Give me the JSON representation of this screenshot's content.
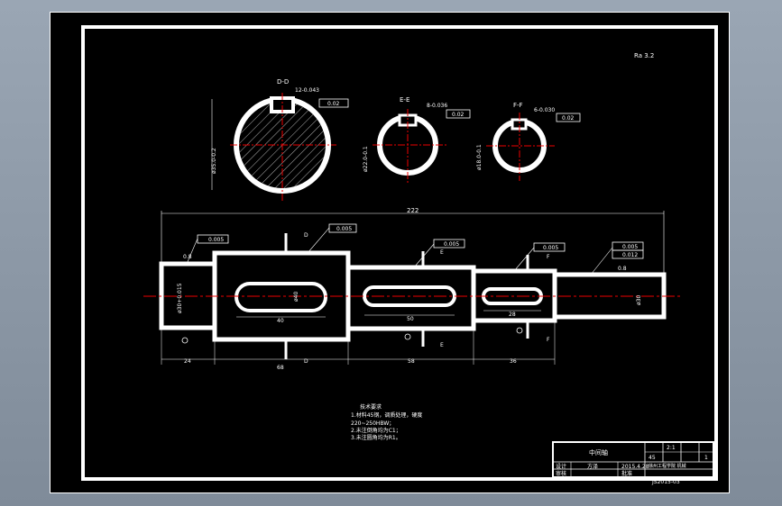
{
  "drawing": {
    "roughness_mark": "Ra 3.2",
    "sections": [
      {
        "label": "D-D",
        "keyway_width": "12-0.043",
        "tolerance": "0.02",
        "diameter": "ø35.0-0.2"
      },
      {
        "label": "E-E",
        "keyway_width": "8-0.036",
        "tolerance": "0.02",
        "diameter": "ø22.0-0.1"
      },
      {
        "label": "F-F",
        "keyway_width": "6-0.030",
        "tolerance": "0.02",
        "diameter": "ø18.0-0.1"
      }
    ],
    "shaft": {
      "overall_length": "222",
      "tol_left": "0.005",
      "tol_d": "0.005",
      "tol_e": "0.005",
      "tol_f": "0.005",
      "tol_right_1": "0.005",
      "tol_right_2": "0.012",
      "dia_left": "ø30+0.015",
      "dia_mid": "ø40",
      "dia_right": "ø30",
      "keyway_len_1": "40",
      "keyway_len_2": "50",
      "keyway_len_3": "28",
      "seg_1": "24",
      "seg_2": "68",
      "seg_3": "58",
      "seg_4": "36",
      "label_d": "D",
      "label_e": "E",
      "label_f": "F",
      "roughness_1": "0.8",
      "roughness_2": "0.8"
    },
    "notes": {
      "title": "技术要求",
      "line1": "1.材料45钢，调质处理，硬度",
      "line2": "220~250HBW；",
      "line3": "2.未注倒角均为C1；",
      "line4": "3.未注圆角均为R1。"
    },
    "title_block": {
      "part_name": "中间轴",
      "scale": "2:1",
      "sheet": "1",
      "designer": "设计",
      "name": "方泽",
      "date": "2015.4.28",
      "material": "45",
      "school": "徐州工程学院 机械",
      "drawing_no": "JS2015-03",
      "check": "审核",
      "approve": "批准"
    }
  }
}
